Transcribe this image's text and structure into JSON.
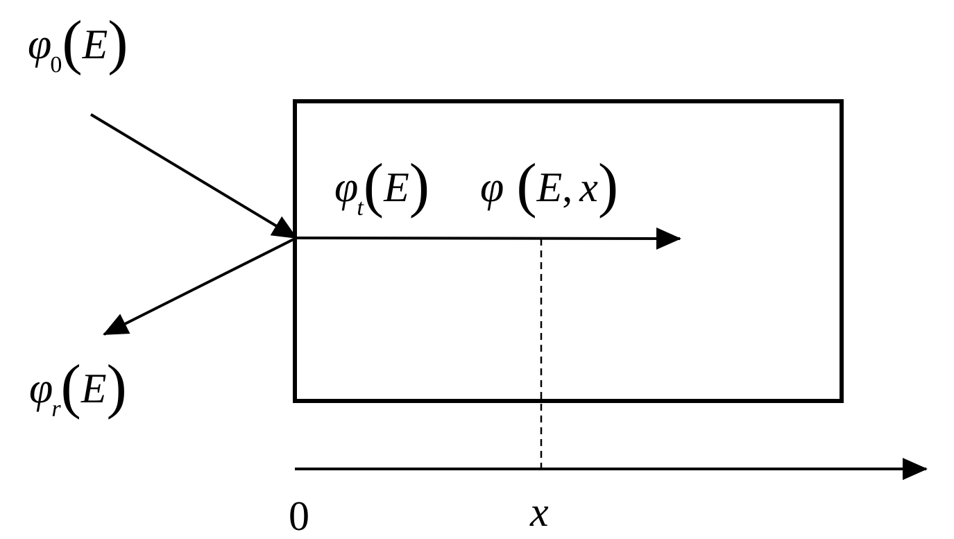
{
  "labels": {
    "incident": {
      "symbol": "φ",
      "subscript": "0",
      "open": "(",
      "arg": "E",
      "close": ")"
    },
    "transmitted": {
      "symbol": "φ",
      "subscript": "t",
      "open": "(",
      "arg": "E",
      "close": ")"
    },
    "flux_at_x": {
      "symbol": "φ",
      "open": "(",
      "arg1": "E",
      "comma": ",",
      "arg2": "x",
      "close": ")"
    },
    "reflected": {
      "symbol": "φ",
      "subscript": "r",
      "open": "(",
      "arg": "E",
      "close": ")"
    }
  },
  "axis": {
    "origin_label": "0",
    "position_label": "x"
  },
  "colors": {
    "stroke": "#000000",
    "background": "#ffffff"
  }
}
